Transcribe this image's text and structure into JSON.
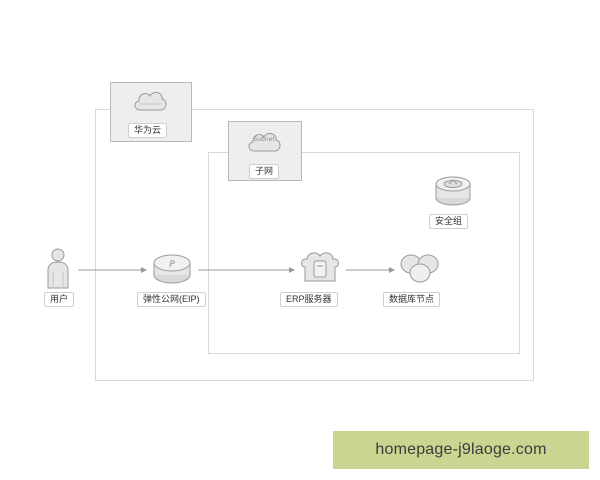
{
  "nodes": {
    "huawei_cloud": "华为云",
    "subnet": "子网",
    "subnet_badge": "Subnet",
    "user": "用户",
    "eip": "弹性公网(EIP)",
    "erp": "ERP服务器",
    "database": "数据库节点",
    "security_group": "安全组"
  },
  "watermark": {
    "text": "homepage-j9laoge.com"
  },
  "colors": {
    "icon_fill": "#e6e6e6",
    "icon_stroke": "#9a9a9a",
    "frame": "#d9d9d9",
    "watermark_bg": "#c9d591"
  }
}
